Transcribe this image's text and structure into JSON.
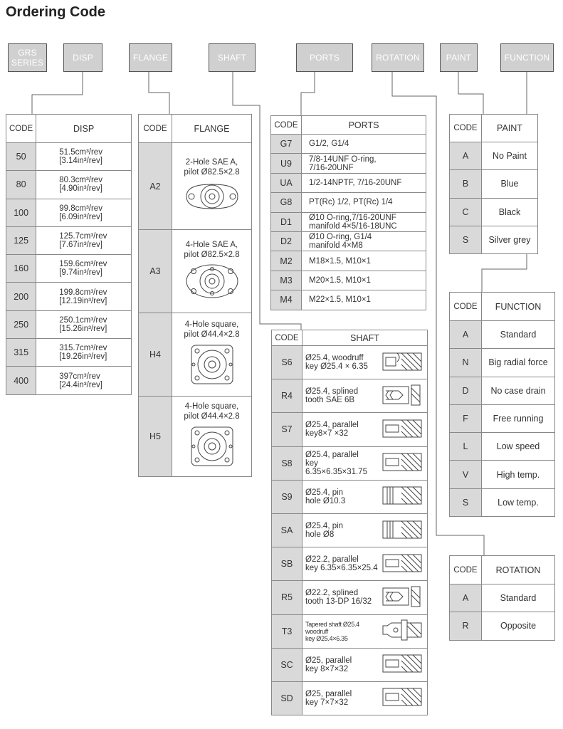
{
  "title": "Ordering Code",
  "headers": [
    "GRS SERIES",
    "DISP",
    "FLANGE",
    "SHAFT",
    "PORTS",
    "ROTATION",
    "PAINT",
    "FUNCTION"
  ],
  "code_label": "CODE",
  "disp": {
    "header": "DISP",
    "rows": [
      {
        "code": "50",
        "l1": "51.5cm³/rev",
        "l2": "[3.14in³/rev]"
      },
      {
        "code": "80",
        "l1": "80.3cm³/rev",
        "l2": "[4.90in³/rev]"
      },
      {
        "code": "100",
        "l1": "99.8cm³/rev",
        "l2": "[6.09in³/rev]"
      },
      {
        "code": "125",
        "l1": "125.7cm³/rev",
        "l2": "[7.67in³/rev]"
      },
      {
        "code": "160",
        "l1": "159.6cm³/rev",
        "l2": "[9.74in³/rev]"
      },
      {
        "code": "200",
        "l1": "199.8cm³/rev",
        "l2": "[12.19in³/rev]"
      },
      {
        "code": "250",
        "l1": "250.1cm³/rev",
        "l2": "[15.26in³/rev]"
      },
      {
        "code": "315",
        "l1": "315.7cm³/rev",
        "l2": "[19.26in³/rev]"
      },
      {
        "code": "400",
        "l1": "397cm³/rev",
        "l2": "[24.4in³/rev]"
      }
    ]
  },
  "flange": {
    "header": "FLANGE",
    "rows": [
      {
        "code": "A2",
        "l1": "2-Hole SAE A,",
        "l2": "pilot Ø82.5×2.8",
        "icon": "two-hole-flange-icon"
      },
      {
        "code": "A3",
        "l1": "4-Hole SAE A,",
        "l2": "pilot Ø82.5×2.8",
        "icon": "four-hole-flange-icon"
      },
      {
        "code": "H4",
        "l1": "4-Hole square,",
        "l2": "pilot Ø44.4×2.8",
        "icon": "square-flange-icon"
      },
      {
        "code": "H5",
        "l1": "4-Hole square,",
        "l2": "pilot Ø44.4×2.8",
        "icon": "square-flange-icon"
      }
    ]
  },
  "ports": {
    "header": "PORTS",
    "rows": [
      {
        "code": "G7",
        "l1": "G1/2, G1/4",
        "l2": ""
      },
      {
        "code": "U9",
        "l1": "7/8-14UNF O-ring,",
        "l2": "7/16-20UNF"
      },
      {
        "code": "UA",
        "l1": "1/2-14NPTF, 7/16-20UNF",
        "l2": ""
      },
      {
        "code": "G8",
        "l1": "PT(Rc) 1/2, PT(Rc) 1/4",
        "l2": ""
      },
      {
        "code": "D1",
        "l1": "Ø10 O-ring,7/16-20UNF",
        "l2": "manifold 4×5/16-18UNC"
      },
      {
        "code": "D2",
        "l1": "Ø10 O-ring, G1/4",
        "l2": "manifold 4×M8"
      },
      {
        "code": "M2",
        "l1": "M18×1.5, M10×1",
        "l2": ""
      },
      {
        "code": "M3",
        "l1": "M20×1.5, M10×1",
        "l2": ""
      },
      {
        "code": "M4",
        "l1": "M22×1.5, M10×1",
        "l2": ""
      }
    ]
  },
  "shaft": {
    "header": "SHAFT",
    "rows": [
      {
        "code": "S6",
        "l1": "Ø25.4, woodruff",
        "l2": "key Ø25.4 × 6.35",
        "l3": "",
        "icon": "woodruff-shaft-icon"
      },
      {
        "code": "R4",
        "l1": "Ø25.4, splined",
        "l2": "tooth SAE 6B",
        "l3": "",
        "icon": "splined-shaft-icon"
      },
      {
        "code": "S7",
        "l1": "Ø25.4, parallel",
        "l2": "key8×7 ×32",
        "l3": "",
        "icon": "parallel-key-shaft-icon"
      },
      {
        "code": "S8",
        "l1": "Ø25.4, parallel",
        "l2": "key 6.35×6.35×31.75",
        "l3": "",
        "icon": "parallel-key-shaft-icon"
      },
      {
        "code": "S9",
        "l1": "Ø25.4, pin",
        "l2": "hole Ø10.3",
        "l3": "",
        "icon": "pin-hole-shaft-icon"
      },
      {
        "code": "SA",
        "l1": "Ø25.4, pin",
        "l2": "hole Ø8",
        "l3": "",
        "icon": "pin-hole-shaft-icon"
      },
      {
        "code": "SB",
        "l1": "Ø22.2, parallel",
        "l2": "key 6.35×6.35×25.4",
        "l3": "",
        "icon": "parallel-key-shaft-icon"
      },
      {
        "code": "R5",
        "l1": "Ø22.2, splined",
        "l2": "tooth 13-DP 16/32",
        "l3": "",
        "icon": "splined-shaft-icon"
      },
      {
        "code": "T3",
        "l1": "Tapered shaft Ø25.4",
        "l2": "woodruff",
        "l3": "key Ø25.4×6.35",
        "icon": "tapered-shaft-icon"
      },
      {
        "code": "SC",
        "l1": "Ø25, parallel",
        "l2": "key 8×7×32",
        "l3": "",
        "icon": "parallel-key-shaft-icon"
      },
      {
        "code": "SD",
        "l1": "Ø25, parallel",
        "l2": "key 7×7×32",
        "l3": "",
        "icon": "parallel-key-shaft-icon"
      }
    ]
  },
  "paint": {
    "header": "PAINT",
    "rows": [
      {
        "code": "A",
        "label": "No Paint"
      },
      {
        "code": "B",
        "label": "Blue"
      },
      {
        "code": "C",
        "label": "Black"
      },
      {
        "code": "S",
        "label": "Silver grey"
      }
    ]
  },
  "function": {
    "header": "FUNCTION",
    "rows": [
      {
        "code": "A",
        "label": "Standard"
      },
      {
        "code": "N",
        "label": "Big radial force"
      },
      {
        "code": "D",
        "label": "No case drain"
      },
      {
        "code": "F",
        "label": "Free running"
      },
      {
        "code": "L",
        "label": "Low speed"
      },
      {
        "code": "V",
        "label": "High temp."
      },
      {
        "code": "S",
        "label": "Low temp."
      }
    ]
  },
  "rotation": {
    "header": "ROTATION",
    "rows": [
      {
        "code": "A",
        "label": "Standard"
      },
      {
        "code": "R",
        "label": "Opposite"
      }
    ]
  }
}
